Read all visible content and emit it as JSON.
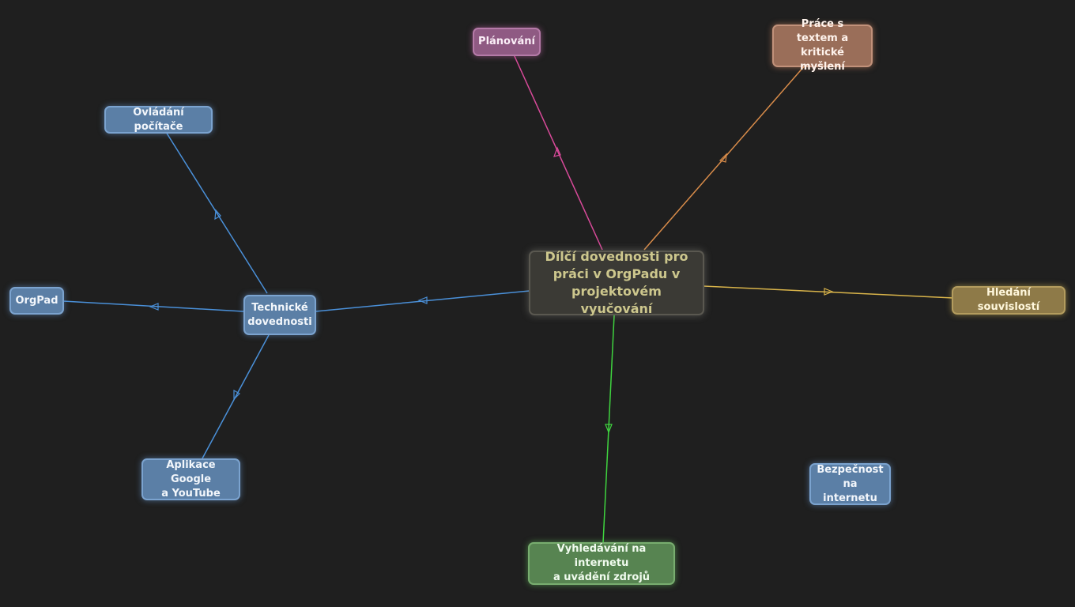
{
  "colors": {
    "background": "#1f1f1f",
    "blue_edge": "#4a90d9",
    "pink_edge": "#d94a9a",
    "orange_edge": "#d98c4a",
    "gold_edge": "#d9b44a",
    "green_edge": "#3fd43f"
  },
  "nodes": {
    "center": "Dílčí dovednosti pro\npráci v OrgPadu v\nprojektovém vyučování",
    "planovani": "Plánování",
    "prace_s_textem": "Práce s textem a\nkritické myšlení",
    "ovladani_pocitace": "Ovládání počítače",
    "orgpad": "OrgPad",
    "technicke_dovednosti": "Technické\ndovednosti",
    "hledani_souvislosti": "Hledání souvislostí",
    "aplikace_google": "Aplikace Google\na YouTube",
    "bezpecnost": "Bezpečnost\nna internetu",
    "vyhledavani": "Vyhledávání na internetu\na uvádění zdrojů"
  },
  "edges": [
    {
      "from": "center",
      "to": "planovani",
      "color": "pink"
    },
    {
      "from": "center",
      "to": "prace_s_textem",
      "color": "orange"
    },
    {
      "from": "center",
      "to": "technicke_dovednosti",
      "color": "blue"
    },
    {
      "from": "center",
      "to": "hledani_souvislosti",
      "color": "gold"
    },
    {
      "from": "center",
      "to": "vyhledavani",
      "color": "green"
    },
    {
      "from": "technicke_dovednosti",
      "to": "ovladani_pocitace",
      "color": "blue"
    },
    {
      "from": "technicke_dovednosti",
      "to": "orgpad",
      "color": "blue"
    },
    {
      "from": "technicke_dovednosti",
      "to": "aplikace_google",
      "color": "blue"
    }
  ]
}
